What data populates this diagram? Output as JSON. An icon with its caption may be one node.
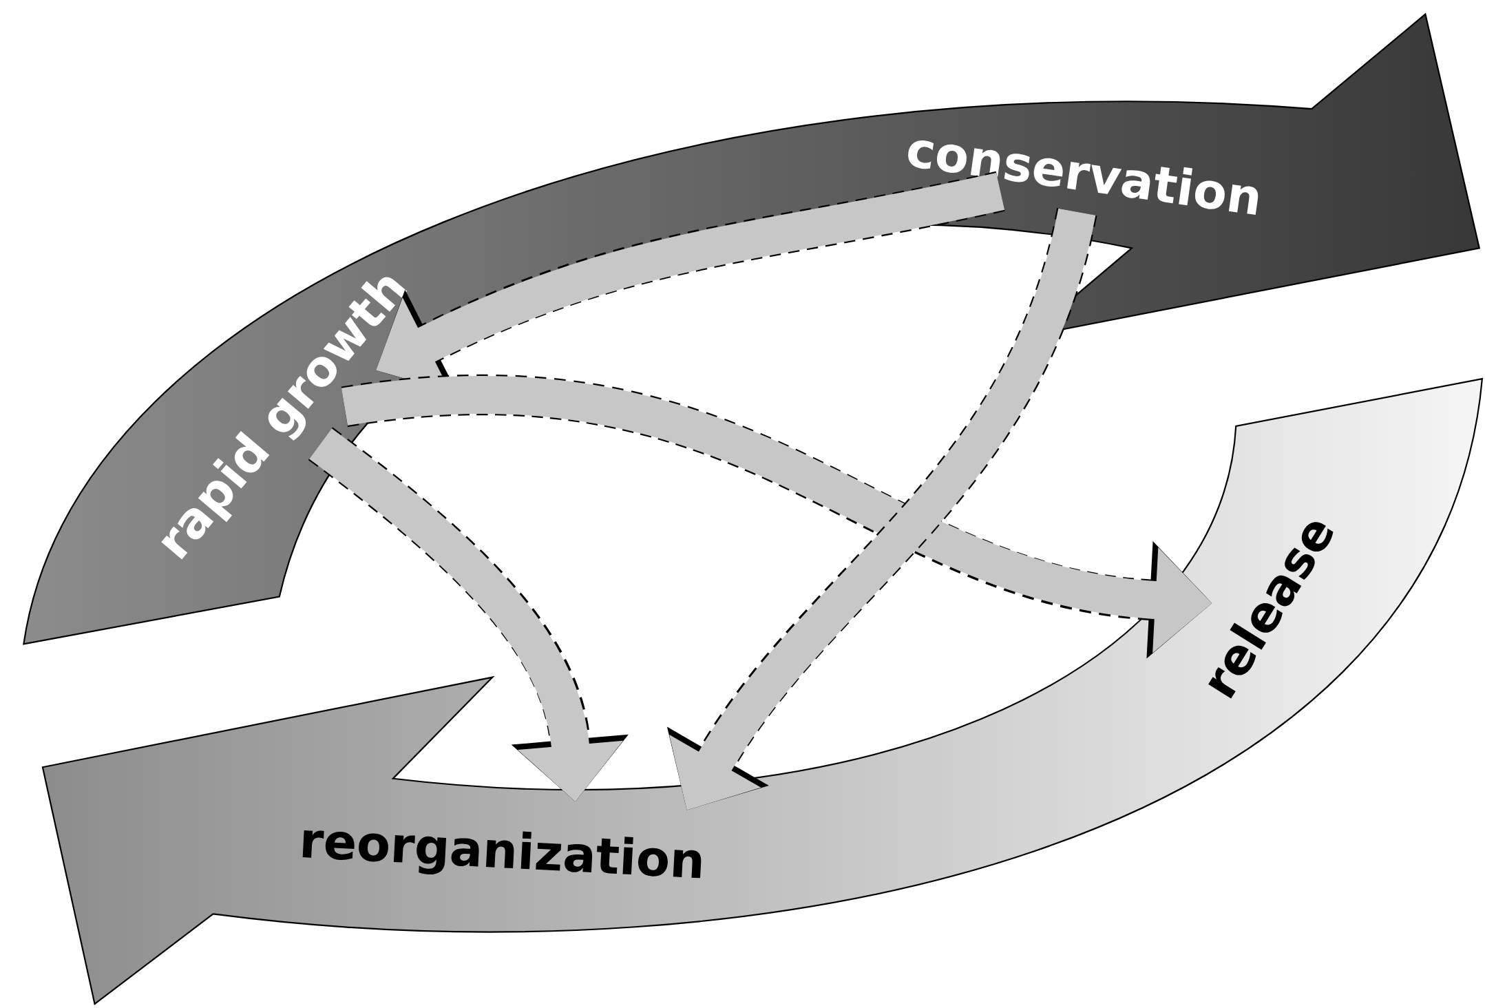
{
  "diagram": {
    "nodes": [
      {
        "text": [
          "rapid growth"
        ]
      },
      {
        "text": [
          "conservation"
        ]
      },
      {
        "text": [
          "release"
        ]
      },
      {
        "text": [
          "reorganization"
        ]
      }
    ],
    "edges": [
      {
        "from": 1,
        "to": 0,
        "arrow": "to"
      },
      {
        "from": 0,
        "to": 2,
        "arrow": "to"
      },
      {
        "from": 0,
        "to": 3,
        "arrow": "to"
      },
      {
        "from": 1,
        "to": 3,
        "arrow": "to"
      }
    ]
  }
}
